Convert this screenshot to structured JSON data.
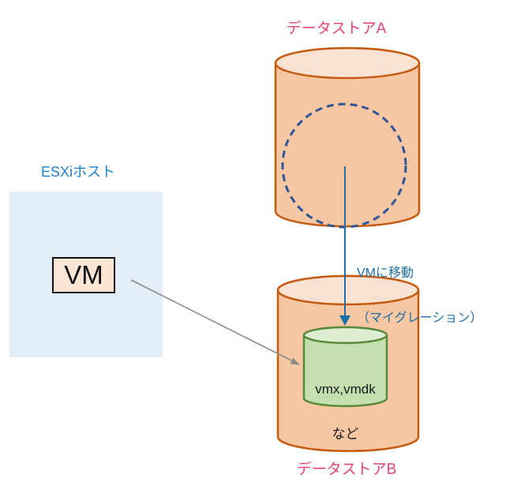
{
  "diagram": {
    "datastore_a": {
      "label": "データストアA"
    },
    "datastore_b": {
      "label": "データストアB"
    },
    "esxi_host": {
      "label": "ESXiホスト",
      "vm_label": "VM"
    },
    "migration_arrow": {
      "caption_line1": "VMに移動",
      "caption_line2": "（マイグレーション）"
    },
    "vm_files_cylinder": {
      "label_line1": "vmx,vmdk",
      "label_line2": "など"
    }
  },
  "colors": {
    "datastore_label": "#E4436F",
    "esxi_label": "#1E82C8",
    "migration_text": "#1E6FA5",
    "cylinder_stroke": "#C55A11",
    "cylinder_body": "#F6C7A2",
    "cylinder_top": "#FAE2D2",
    "inner_cylinder_stroke": "#568A38",
    "inner_cylinder_body": "#C4DFB0",
    "inner_cylinder_top": "#DFEDD2",
    "dashed_circle": "#2F5597",
    "arrow_blue": "#1E6FA5",
    "arrow_gray": "#8C8C8C",
    "esxi_box_fill": "#E3EDF8",
    "vm_box_fill": "#FBE5D6",
    "vm_box_border": "#111111",
    "files_text": "#1A1A1A"
  }
}
